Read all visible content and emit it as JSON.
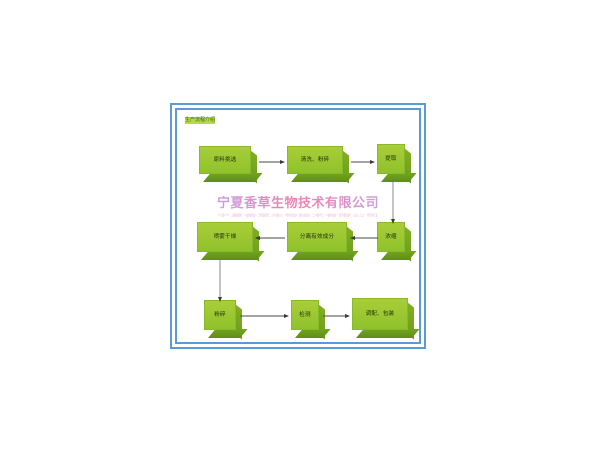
{
  "page": {
    "background_color": "#ffffff",
    "frame_border_color": "#5b9bd5"
  },
  "diagram": {
    "caption": "生产流程介绍",
    "caption_color": "#3b6b1f",
    "caption_highlight_color": "#b5d94a",
    "node_color": "#9ec832",
    "node_top_color": "#a8ce39",
    "node_shadow_color": "#6e9c1c",
    "arrow_color": "#3a3a3a",
    "type": "flowchart",
    "nodes": [
      {
        "id": "raw-material-selection",
        "label": "原料挑选",
        "row": 1,
        "col": 1
      },
      {
        "id": "washing-crushing",
        "label": "清洗、粉碎",
        "row": 1,
        "col": 2
      },
      {
        "id": "extraction",
        "label": "提取",
        "row": 1,
        "col": 3
      },
      {
        "id": "concentration",
        "label": "浓缩",
        "row": 2,
        "col": 3
      },
      {
        "id": "separate-ingredients",
        "label": "分离有效成分",
        "row": 2,
        "col": 2
      },
      {
        "id": "spray-drying",
        "label": "喷雾干燥",
        "row": 2,
        "col": 1
      },
      {
        "id": "crushing",
        "label": "粉碎",
        "row": 3,
        "col": 1
      },
      {
        "id": "testing",
        "label": "检测",
        "row": 3,
        "col": 2
      },
      {
        "id": "blending-packaging",
        "label": "调配、包装",
        "row": 3,
        "col": 3
      }
    ],
    "edges": [
      {
        "from": "raw-material-selection",
        "to": "washing-crushing",
        "direction": "right"
      },
      {
        "from": "washing-crushing",
        "to": "extraction",
        "direction": "right"
      },
      {
        "from": "extraction",
        "to": "concentration",
        "direction": "down"
      },
      {
        "from": "concentration",
        "to": "separate-ingredients",
        "direction": "left"
      },
      {
        "from": "separate-ingredients",
        "to": "spray-drying",
        "direction": "left"
      },
      {
        "from": "spray-drying",
        "to": "crushing",
        "direction": "down"
      },
      {
        "from": "crushing",
        "to": "testing",
        "direction": "right"
      },
      {
        "from": "testing",
        "to": "blending-packaging",
        "direction": "right"
      }
    ]
  },
  "watermark": {
    "text": "宁夏香草生物技术有限公司"
  }
}
